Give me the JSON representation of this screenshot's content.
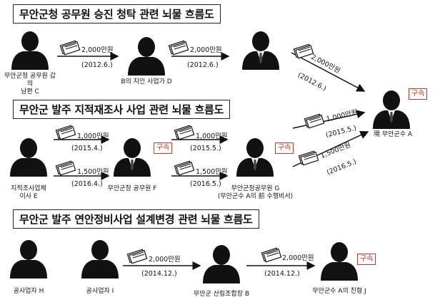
{
  "titles": {
    "t1": "무안군청 공무원 승진 청탁 관련 뇌물 흐름도",
    "t2": "무안군 발주 지적재조사 사업 관련 뇌물 흐름도",
    "t3": "무안군 발주 연안정비사업 설계변경 관련 뇌물 흐름도"
  },
  "people": {
    "c": "무안군청 공무원 갑의\n남편 C",
    "d": "B의 지인 사업가 D",
    "a": "現 무안군수 A",
    "e": "지적조사업체\n이사 E",
    "f": "무안군청 공무원 F",
    "g": "무안군청공무원 G\n(무안군수 A의 前 수행비서)",
    "h": "공사업자 H",
    "i": "공사업자 I",
    "b": "무안군 산림조합장 B",
    "j": "무안군수 A의 친형 J"
  },
  "badge": "구속",
  "flows": {
    "f1_amt": "2,000만원",
    "f1_date": "(2012.6.)",
    "f2_amt": "2,000만원",
    "f2_date": "(2012.6.)",
    "f3_amt": "2,000만원",
    "f3_date": "(2012.6.)",
    "f4_amt": "1,000만원",
    "f4_date": "(2015.5.)",
    "f5_amt": "1,500만원",
    "f5_date": "(2016.5.)",
    "f6_amt": "1,000만원",
    "f6_date": "(2015.4.)",
    "f7_amt": "1,000만원",
    "f7_date": "(2015.5.)",
    "f8_amt": "1,500만원",
    "f8_date": "(2016.4.)",
    "f9_amt": "1,500만원",
    "f9_date": "(2016.5.)",
    "f10_amt": "2,000만원",
    "f10_date": "(2014.12.)",
    "f11_amt": "2,000만원",
    "f11_date": "(2014.12.)"
  }
}
